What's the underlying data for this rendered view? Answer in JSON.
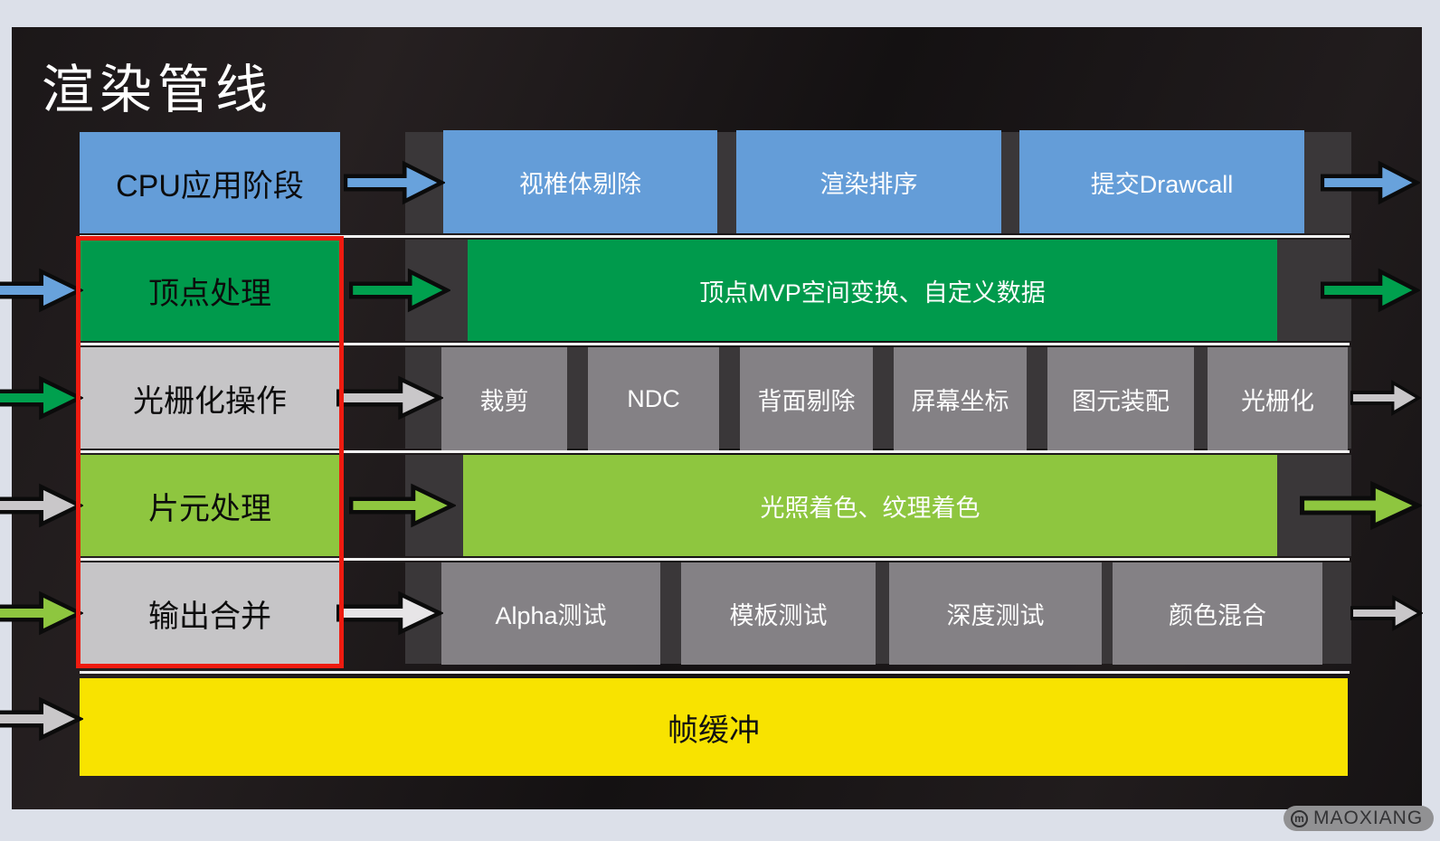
{
  "title": "渲染管线",
  "framebuffer": {
    "label": "帧缓冲"
  },
  "pipeline": {
    "stages": [
      {
        "label": "CPU应用阶段",
        "substeps": [
          "视椎体剔除",
          "渲染排序",
          "提交Drawcall"
        ]
      },
      {
        "label": "顶点处理",
        "substeps": [
          "顶点MVP空间变换、自定义数据"
        ]
      },
      {
        "label": "光栅化操作",
        "substeps": [
          "裁剪",
          "NDC",
          "背面剔除",
          "屏幕坐标",
          "图元装配",
          "光栅化"
        ]
      },
      {
        "label": "片元处理",
        "substeps": [
          "光照着色、纹理着色"
        ]
      },
      {
        "label": "输出合并",
        "substeps": [
          "Alpha测试",
          "模板测试",
          "深度测试",
          "颜色混合"
        ]
      }
    ]
  },
  "watermark": {
    "icon": "m",
    "text": "MAOXIANG"
  },
  "colors": {
    "slide_background": "#1a1617",
    "page_margin": "#dce0e9",
    "blue": "#649dd8",
    "dark_green": "#009a4c",
    "light_green": "#8ec63f",
    "light_gray": "#c6c5c7",
    "mid_gray": "#848185",
    "yellow": "#f8e300",
    "highlight_border_red": "#ee1b10",
    "row_separator": "#f2f2f2"
  }
}
